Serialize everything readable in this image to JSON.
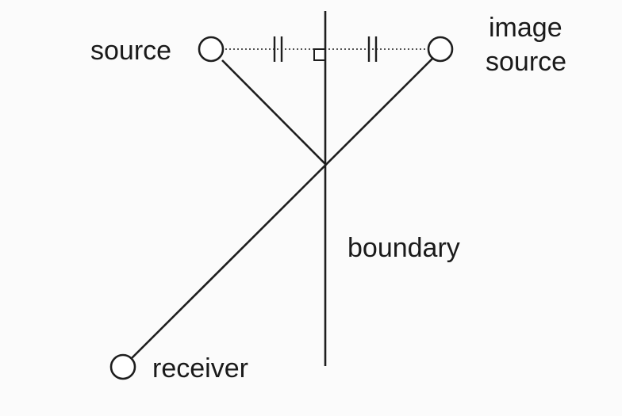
{
  "labels": {
    "source": "source",
    "image_source_line1": "image",
    "image_source_line2": "source",
    "boundary": "boundary",
    "receiver": "receiver"
  }
}
